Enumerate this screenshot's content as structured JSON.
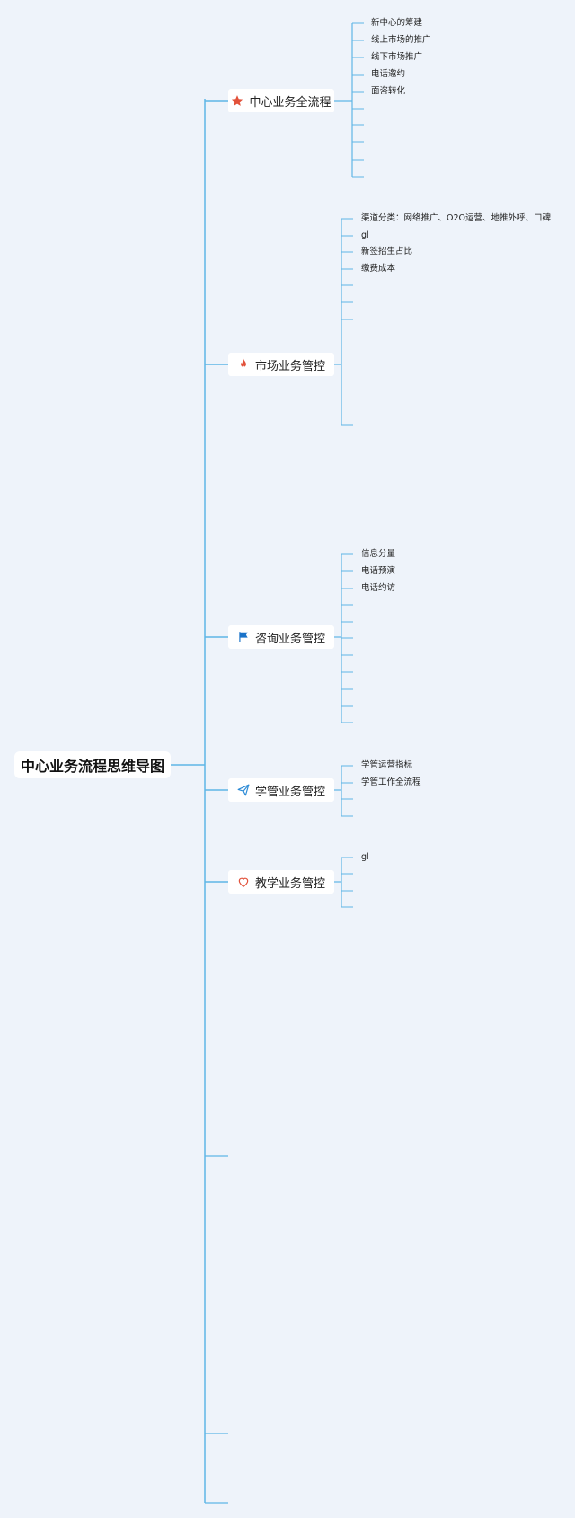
{
  "root": {
    "label": "中心业务流程思维导图"
  },
  "colors": {
    "line": "#5fb6e6",
    "background": "#eef3fa",
    "star": "#e2513a",
    "fire": "#e2513a",
    "flag": "#1a73c9",
    "plane": "#2b8ad6",
    "heart": "#e2513a"
  },
  "branches": [
    {
      "label": "中心业务全流程",
      "icon": "star-icon",
      "items": [
        "新中心的筹建",
        "线上市场的推广",
        "线下市场推广",
        "电话邀约",
        "面咨转化"
      ]
    },
    {
      "label": "市场业务管控",
      "icon": "fire-icon",
      "items": [
        "渠道分类：网络推广、O2O运营、地推外呼、口碑",
        "gl",
        "新签招生占比",
        "缴费成本"
      ]
    },
    {
      "label": "咨询业务管控",
      "icon": "flag-icon",
      "items": [
        "信息分量",
        "电话预演",
        "电话约访"
      ]
    },
    {
      "label": "学管业务管控",
      "icon": "paper-plane-icon",
      "items": [
        "学管运营指标",
        "学管工作全流程"
      ]
    },
    {
      "label": "教学业务管控",
      "icon": "heart-icon",
      "items": [
        "gl"
      ]
    }
  ]
}
